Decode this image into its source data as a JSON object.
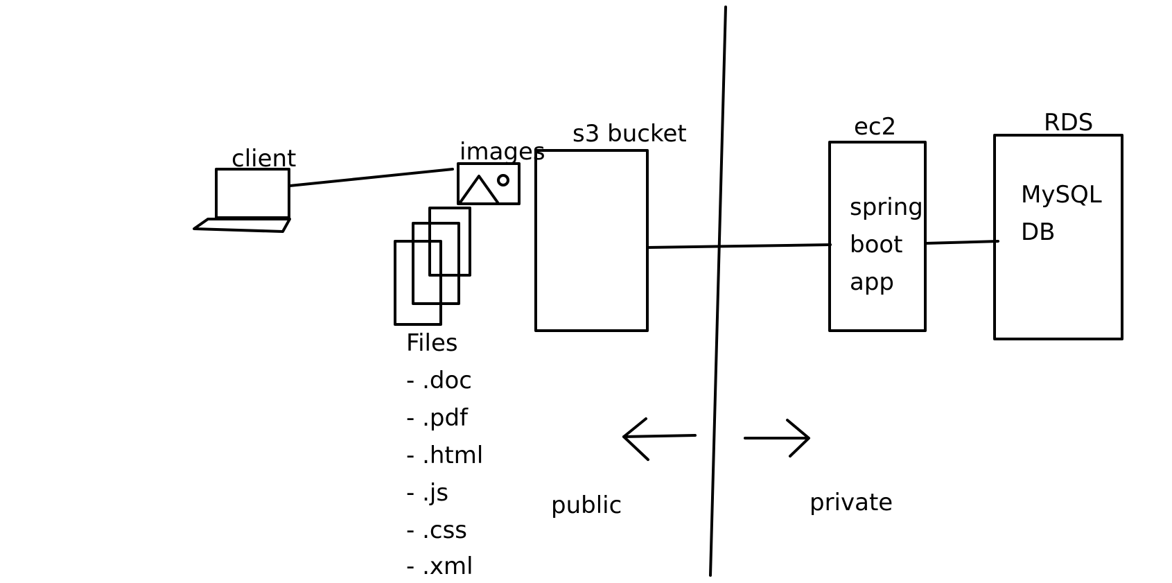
{
  "labels": {
    "client": "client",
    "images": "images",
    "s3_bucket": "s3 bucket",
    "ec2": "ec2",
    "rds": "RDS",
    "spring_boot_app": [
      "spring",
      "boot",
      "app"
    ],
    "mysql_db": [
      "MySQL",
      "DB"
    ],
    "files_title": "Files",
    "file_types": [
      "- .doc",
      "- .pdf",
      "- .html",
      "- .js",
      "- .css",
      "- .xml"
    ],
    "public": "public",
    "private": "private"
  },
  "icons": [
    "laptop-icon",
    "image-icon",
    "document-stack-icon"
  ],
  "colors": {
    "stroke": "#000000",
    "background": "#ffffff"
  }
}
